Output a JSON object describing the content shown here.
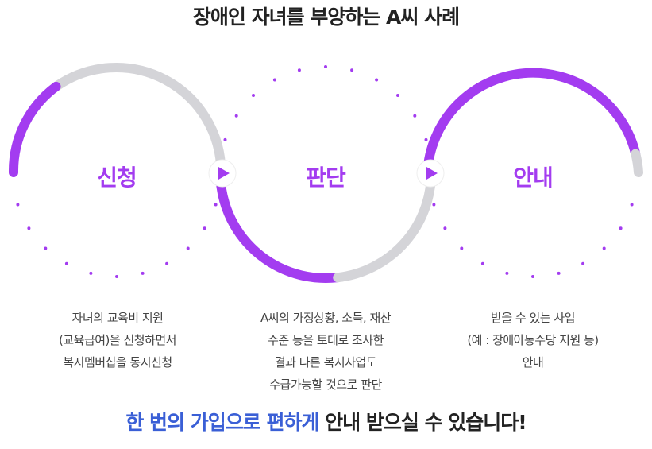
{
  "title": "장애인 자녀를 부양하는 A씨 사례",
  "steps": [
    {
      "label": "신청",
      "desc": [
        "자녀의 교육비 지원",
        "(교육급여)을 신청하면서",
        "복지멤버십을 동시신청"
      ]
    },
    {
      "label": "판단",
      "desc": [
        "A씨의 가정상황, 소득, 재산",
        "수준 등을 토대로 조사한",
        "결과 다른 복지사업도",
        "수급가능할 것으로 판단"
      ]
    },
    {
      "label": "안내",
      "desc": [
        "받을 수 있는 사업",
        "(예 : 장애아동수당 지원 등)",
        "안내"
      ]
    }
  ],
  "footer": {
    "highlight": "한 번의 가입으로 편하게",
    "rest": " 안내 받으실 수 있습니다!"
  },
  "colors": {
    "accent": "#a33cf0",
    "ring": "#d4d4d8",
    "footer_highlight": "#3a5fd6"
  },
  "icons": {
    "connector": "play-arrow-icon"
  }
}
